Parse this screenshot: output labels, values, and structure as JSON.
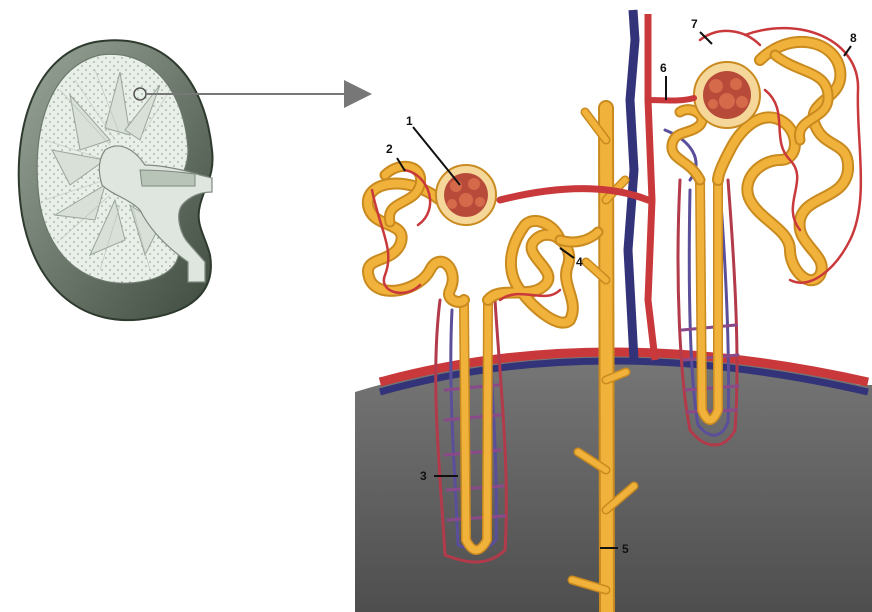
{
  "labels": {
    "n1": "1",
    "n2": "2",
    "n3": "3",
    "n4": "4",
    "n5": "5",
    "n6": "6",
    "n7": "7",
    "n8": "8"
  },
  "colors": {
    "tubule": "#f0b23a",
    "tubule_dark": "#c98a1f",
    "artery": "#c9393b",
    "vein": "#4a4a9a",
    "medulla": "#6b6b6b",
    "kidney_cortex": "#e6ece6",
    "kidney_outline": "#3c4a3c"
  }
}
